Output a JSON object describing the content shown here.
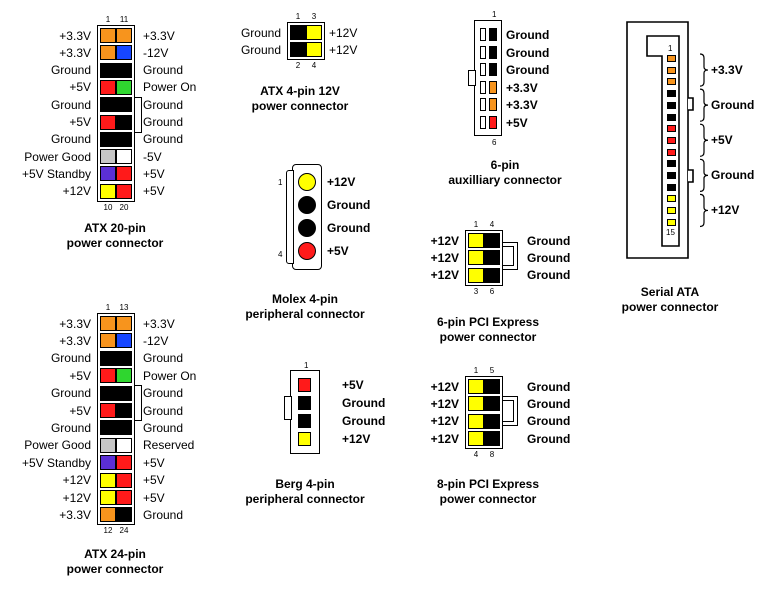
{
  "colors": {
    "orange": "#f7941d",
    "blue": "#1646ff",
    "black": "#000000",
    "red": "#ff1a1a",
    "green": "#2fd62f",
    "gray": "#c6c6c6",
    "white": "#ffffff",
    "purple": "#5b2fd6",
    "yellow": "#ffff00"
  },
  "atx20": {
    "title_line1": "ATX 20-pin",
    "title_line2": "power connector",
    "num_top_left": "1",
    "num_top_right": "11",
    "num_bottom_left": "10",
    "num_bottom_right": "20",
    "rows": [
      {
        "left_label": "+3.3V",
        "left_color": "orange",
        "right_color": "orange",
        "right_label": "+3.3V"
      },
      {
        "left_label": "+3.3V",
        "left_color": "orange",
        "right_color": "blue",
        "right_label": "-12V"
      },
      {
        "left_label": "Ground",
        "left_color": "black",
        "right_color": "black",
        "right_label": "Ground"
      },
      {
        "left_label": "+5V",
        "left_color": "red",
        "right_color": "green",
        "right_label": "Power On"
      },
      {
        "left_label": "Ground",
        "left_color": "black",
        "right_color": "black",
        "right_label": "Ground"
      },
      {
        "left_label": "+5V",
        "left_color": "red",
        "right_color": "black",
        "right_label": "Ground"
      },
      {
        "left_label": "Ground",
        "left_color": "black",
        "right_color": "black",
        "right_label": "Ground"
      },
      {
        "left_label": "Power Good",
        "left_color": "gray",
        "right_color": "white",
        "right_label": "-5V"
      },
      {
        "left_label": "+5V Standby",
        "left_color": "purple",
        "right_color": "red",
        "right_label": "+5V"
      },
      {
        "left_label": "+12V",
        "left_color": "yellow",
        "right_color": "red",
        "right_label": "+5V"
      }
    ]
  },
  "atx24": {
    "title_line1": "ATX 24-pin",
    "title_line2": "power connector",
    "num_top_left": "1",
    "num_top_right": "13",
    "num_bottom_left": "12",
    "num_bottom_right": "24",
    "rows": [
      {
        "left_label": "+3.3V",
        "left_color": "orange",
        "right_color": "orange",
        "right_label": "+3.3V"
      },
      {
        "left_label": "+3.3V",
        "left_color": "orange",
        "right_color": "blue",
        "right_label": "-12V"
      },
      {
        "left_label": "Ground",
        "left_color": "black",
        "right_color": "black",
        "right_label": "Ground"
      },
      {
        "left_label": "+5V",
        "left_color": "red",
        "right_color": "green",
        "right_label": "Power On"
      },
      {
        "left_label": "Ground",
        "left_color": "black",
        "right_color": "black",
        "right_label": "Ground"
      },
      {
        "left_label": "+5V",
        "left_color": "red",
        "right_color": "black",
        "right_label": "Ground"
      },
      {
        "left_label": "Ground",
        "left_color": "black",
        "right_color": "black",
        "right_label": "Ground"
      },
      {
        "left_label": "Power Good",
        "left_color": "gray",
        "right_color": "white",
        "right_label": "Reserved"
      },
      {
        "left_label": "+5V Standby",
        "left_color": "purple",
        "right_color": "red",
        "right_label": "+5V"
      },
      {
        "left_label": "+12V",
        "left_color": "yellow",
        "right_color": "red",
        "right_label": "+5V"
      },
      {
        "left_label": "+12V",
        "left_color": "yellow",
        "right_color": "red",
        "right_label": "+5V"
      },
      {
        "left_label": "+3.3V",
        "left_color": "orange",
        "right_color": "black",
        "right_label": "Ground"
      }
    ]
  },
  "atx4": {
    "title_line1": "ATX 4-pin 12V",
    "title_line2": "power connector",
    "num_top_left": "1",
    "num_top_right": "3",
    "num_bottom_left": "2",
    "num_bottom_right": "4",
    "rows": [
      {
        "left_label": "Ground",
        "left_color": "black",
        "right_color": "yellow",
        "right_label": "+12V"
      },
      {
        "left_label": "Ground",
        "left_color": "black",
        "right_color": "yellow",
        "right_label": "+12V"
      }
    ]
  },
  "molex": {
    "title_line1": "Molex 4-pin",
    "title_line2": "peripheral connector",
    "num_top": "1",
    "num_bottom": "4",
    "pins": [
      {
        "label": "+12V",
        "color": "yellow"
      },
      {
        "label": "Ground",
        "color": "black"
      },
      {
        "label": "Ground",
        "color": "black"
      },
      {
        "label": "+5V",
        "color": "red"
      }
    ]
  },
  "berg": {
    "title_line1": "Berg 4-pin",
    "title_line2": "peripheral connector",
    "num_top": "1",
    "pins": [
      {
        "label": "+5V",
        "color": "red"
      },
      {
        "label": "Ground",
        "color": "black"
      },
      {
        "label": "Ground",
        "color": "black"
      },
      {
        "label": "+12V",
        "color": "yellow"
      }
    ]
  },
  "aux6": {
    "title_line1": "6-pin",
    "title_line2": "auxilliary connector",
    "num_top": "1",
    "num_bottom": "6",
    "pins": [
      {
        "label": "Ground",
        "color": "black"
      },
      {
        "label": "Ground",
        "color": "black"
      },
      {
        "label": "Ground",
        "color": "black"
      },
      {
        "label": "+3.3V",
        "color": "orange"
      },
      {
        "label": "+3.3V",
        "color": "orange"
      },
      {
        "label": "+5V",
        "color": "red"
      }
    ]
  },
  "pcie6": {
    "title_line1": "6-pin PCI Express",
    "title_line2": "power connector",
    "num_top_left": "1",
    "num_top_right": "4",
    "num_bottom_left": "3",
    "num_bottom_right": "6",
    "rows": [
      {
        "left_label": "+12V",
        "left_color": "yellow",
        "right_color": "black",
        "right_label": "Ground"
      },
      {
        "left_label": "+12V",
        "left_color": "yellow",
        "right_color": "black",
        "right_label": "Ground"
      },
      {
        "left_label": "+12V",
        "left_color": "yellow",
        "right_color": "black",
        "right_label": "Ground"
      }
    ]
  },
  "pcie8": {
    "title_line1": "8-pin PCI Express",
    "title_line2": "power connector",
    "num_top_left": "1",
    "num_top_right": "5",
    "num_bottom_left": "4",
    "num_bottom_right": "8",
    "rows": [
      {
        "left_label": "+12V",
        "left_color": "yellow",
        "right_color": "black",
        "right_label": "Ground"
      },
      {
        "left_label": "+12V",
        "left_color": "yellow",
        "right_color": "black",
        "right_label": "Ground"
      },
      {
        "left_label": "+12V",
        "left_color": "yellow",
        "right_color": "black",
        "right_label": "Ground"
      },
      {
        "left_label": "+12V",
        "left_color": "yellow",
        "right_color": "black",
        "right_label": "Ground"
      }
    ]
  },
  "sata": {
    "title_line1": "Serial ATA",
    "title_line2": "power connector",
    "num_top": "1",
    "num_bottom": "15",
    "pin_colors": [
      "orange",
      "orange",
      "orange",
      "black",
      "black",
      "black",
      "red",
      "red",
      "red",
      "black",
      "black",
      "black",
      "yellow",
      "yellow",
      "yellow"
    ],
    "groups": [
      {
        "label": "+3.3V"
      },
      {
        "label": "Ground"
      },
      {
        "label": "+5V"
      },
      {
        "label": "Ground"
      },
      {
        "label": "+12V"
      }
    ]
  }
}
